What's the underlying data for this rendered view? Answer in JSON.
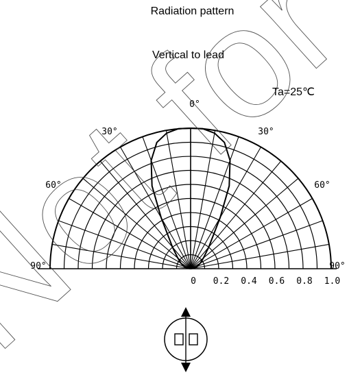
{
  "chart_data": {
    "type": "polar-radiation-pattern",
    "title": "Radiation pattern",
    "subtitle": "Vertical to lead",
    "condition": "Ta=25℃",
    "angle_range_deg": [
      -90,
      90
    ],
    "radial_range": [
      0,
      1.0
    ],
    "angle_labels": [
      "0°",
      "30°",
      "30°",
      "60°",
      "60°",
      "90°",
      "90°"
    ],
    "radial_tick_labels": [
      "0",
      "0.2",
      "0.4",
      "0.6",
      "0.8",
      "1.0"
    ],
    "series": [
      {
        "angles_deg": [
          -90,
          -80,
          -70,
          -60,
          -50,
          -40,
          -30,
          -25,
          -20,
          -15,
          -10,
          -5,
          0,
          5,
          10,
          15,
          20,
          25,
          30,
          40,
          50,
          60,
          70,
          80,
          90
        ],
        "values": [
          0,
          0.02,
          0.05,
          0.08,
          0.12,
          0.2,
          0.42,
          0.65,
          0.82,
          0.93,
          0.98,
          1.0,
          1.0,
          1.0,
          0.98,
          0.93,
          0.82,
          0.65,
          0.42,
          0.2,
          0.12,
          0.08,
          0.05,
          0.02,
          0
        ]
      }
    ]
  },
  "watermark": "Not for"
}
